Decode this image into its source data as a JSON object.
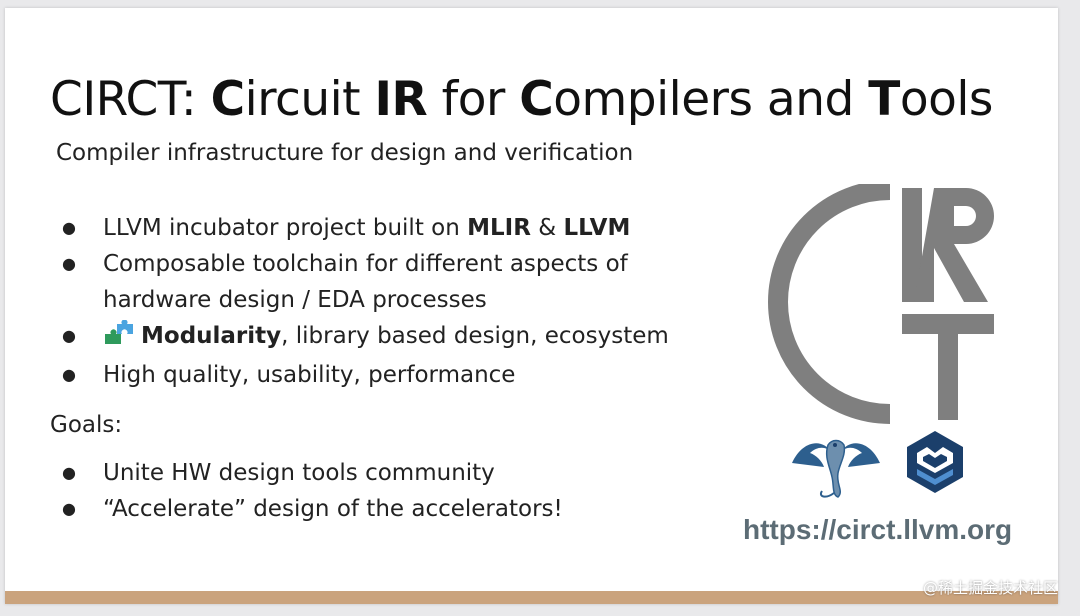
{
  "slide": {
    "title": {
      "prefix": "CIRCT: ",
      "c1": "C",
      "w1": "ircuit ",
      "ir": "IR",
      "w2": " for ",
      "c2": "C",
      "w3": "ompilers and ",
      "t": "T",
      "w4": "ools"
    },
    "subtitle": "Compiler infrastructure for design and verification",
    "bullets": {
      "b1_text": "LLVM incubator project built on ",
      "b1_bold1": "MLIR",
      "b1_mid": " & ",
      "b1_bold2": "LLVM",
      "b2_line1": "Composable toolchain for different aspects of",
      "b2_line2": "hardware design / EDA processes",
      "b3_bold": "Modularity",
      "b3_text": ", library based design, ecosystem",
      "b4_text": "High quality, usability, performance"
    },
    "goals_label": "Goals:",
    "goals": {
      "g1": "Unite HW design tools community",
      "g2": "“Accelerate” design of the accelerators!"
    },
    "logo_letters": "CIRT",
    "url": "https://circt.llvm.org"
  },
  "watermark": "@稀土掘金技术社区",
  "colors": {
    "logo_gray": "#7f7f7f",
    "url_color": "#5c6c75",
    "accent_bar": "#caa37d",
    "mlir_blue": "#1b3f6b"
  },
  "icons": [
    "puzzle-icon",
    "circt-logo",
    "llvm-dragon-icon",
    "mlir-icon"
  ]
}
